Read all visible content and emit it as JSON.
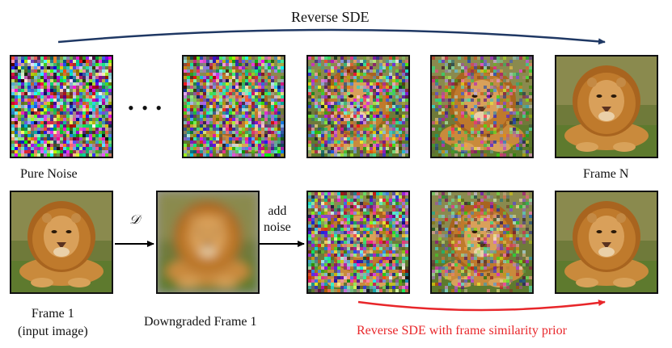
{
  "top_arrow_label": "Reverse SDE",
  "ellipsis": "• • •",
  "pure_noise_label": "Pure Noise",
  "frame_n_label": "Frame N",
  "frame1_label_line1": "Frame 1",
  "frame1_label_line2": "(input image)",
  "downgraded_label": "Downgraded Frame 1",
  "degrade_operator": "𝒟",
  "add_noise_line1": "add",
  "add_noise_line2": "noise",
  "bottom_arrow_label": "Reverse SDE with frame similarity prior",
  "colors": {
    "top_arrow": "#1f3864",
    "bottom_arrow": "#e8262a",
    "bottom_label": "#e8262a"
  },
  "images": {
    "top_row": [
      {
        "name": "pure-noise-image",
        "noise": 1.0,
        "blur": 0
      },
      {
        "name": "noisy-step-1-image",
        "noise": 0.85,
        "blur": 0
      },
      {
        "name": "noisy-step-2-image",
        "noise": 0.7,
        "blur": 0
      },
      {
        "name": "noisy-step-3-image",
        "noise": 0.45,
        "blur": 0
      },
      {
        "name": "frame-n-image",
        "noise": 0.0,
        "blur": 0
      }
    ],
    "bottom_row": [
      {
        "name": "frame-1-image",
        "noise": 0.0,
        "blur": 0
      },
      {
        "name": "downgraded-frame-1-image",
        "noise": 0.0,
        "blur": 6
      },
      {
        "name": "noised-downgraded-image",
        "noise": 0.8,
        "blur": 0
      },
      {
        "name": "denoising-step-image",
        "noise": 0.45,
        "blur": 0
      },
      {
        "name": "output-frame-image",
        "noise": 0.0,
        "blur": 0
      }
    ]
  }
}
